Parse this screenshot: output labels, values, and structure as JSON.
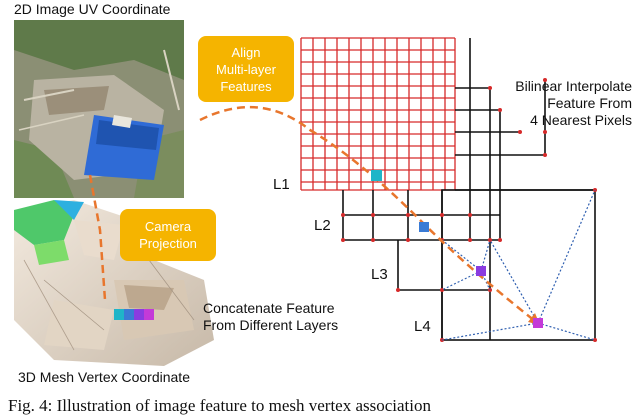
{
  "labels": {
    "top_title": "2D Image UV Coordinate",
    "bottom_title": "3D Mesh Vertex Coordinate",
    "caption": "Fig. 4: Illustration of image feature to mesh vertex association"
  },
  "badges": {
    "align": "Align\nMulti-layer\nFeatures",
    "camera": "Camera\nProjection"
  },
  "annotations": {
    "bilinear": "Bilinear Interpolate\nFeature From\n4 Nearest Pixels",
    "concat": "Concatenate Feature\nFrom Different Layers"
  },
  "levels": {
    "l1": "L1",
    "l2": "L2",
    "l3": "L3",
    "l4": "L4"
  },
  "colors": {
    "badge": "#f5b400",
    "arrow": "#e8762d",
    "grid_red": "#d62a2a",
    "cyan": "#1fb5c8",
    "blue": "#3a7bd5",
    "purple": "#8a3be0",
    "magenta": "#c43ad8"
  }
}
